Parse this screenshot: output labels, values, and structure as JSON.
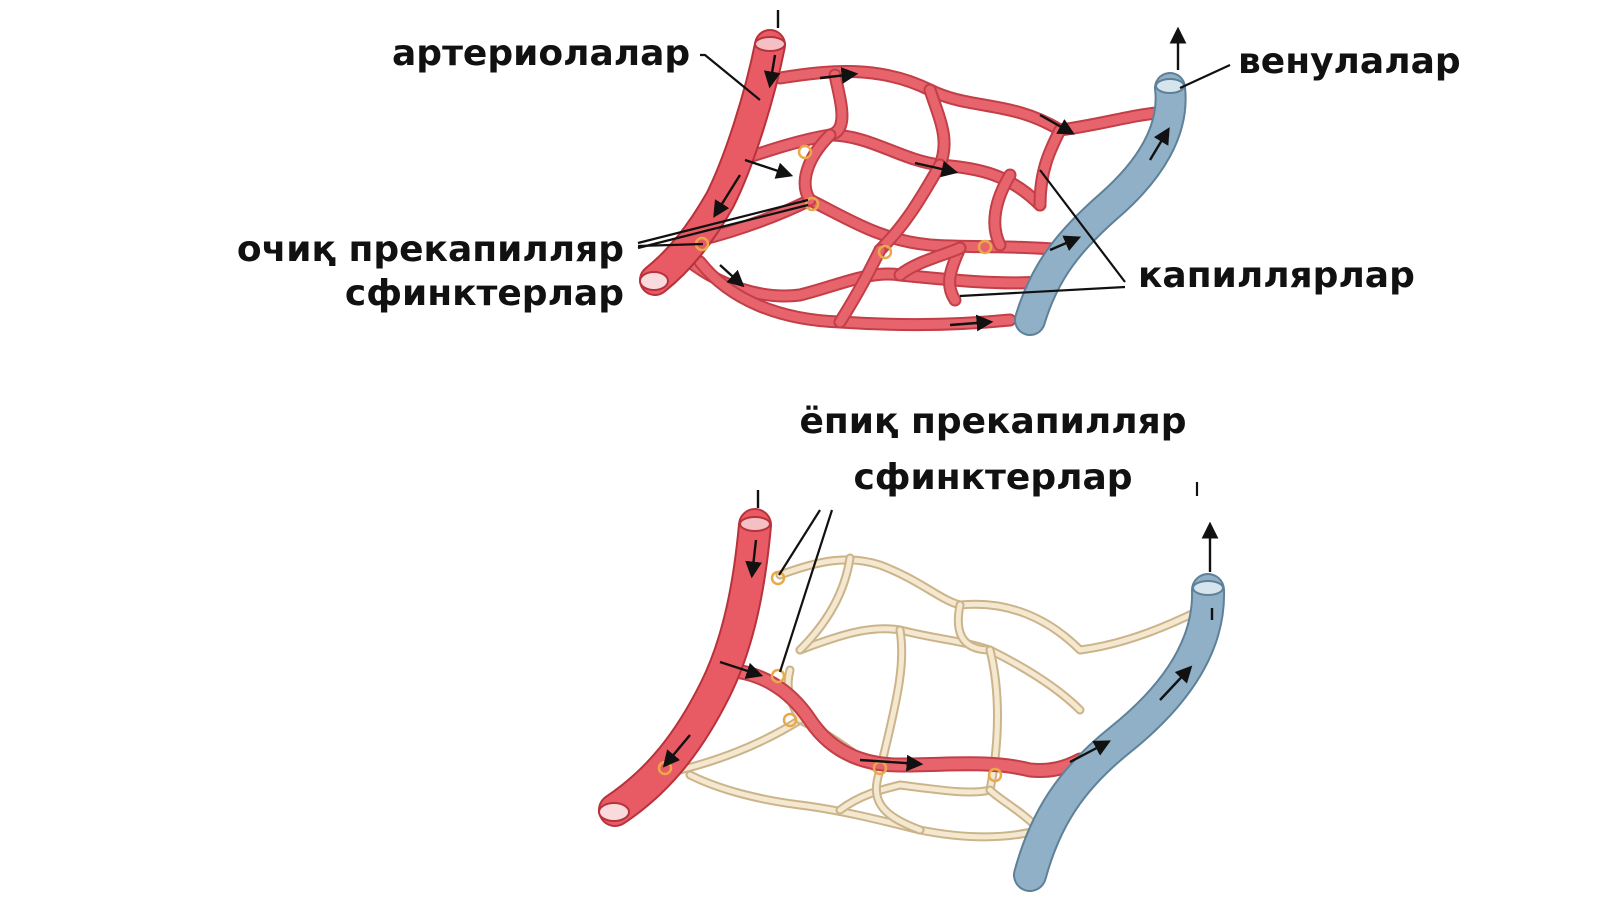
{
  "colors": {
    "arteriole": "#e85a64",
    "arteriole_edge": "#b8323c",
    "capillary_open": "#e8646d",
    "capillary_open_edge": "#c23f48",
    "capillary_closed": "#f4e8d0",
    "capillary_closed_edge": "#cbb48a",
    "venule": "#8fb0c6",
    "venule_edge": "#5f8198",
    "sphincter": "#e9a94a"
  },
  "labels": {
    "arterioles": "артериолалар",
    "venules": "венулалар",
    "open_sphincters": [
      "очиқ прекапилляр",
      "сфинктерлар"
    ],
    "capillaries": "капиллярлар",
    "closed_sphincters": [
      "ёпиқ прекапилляр",
      "сфинктерлар"
    ]
  }
}
